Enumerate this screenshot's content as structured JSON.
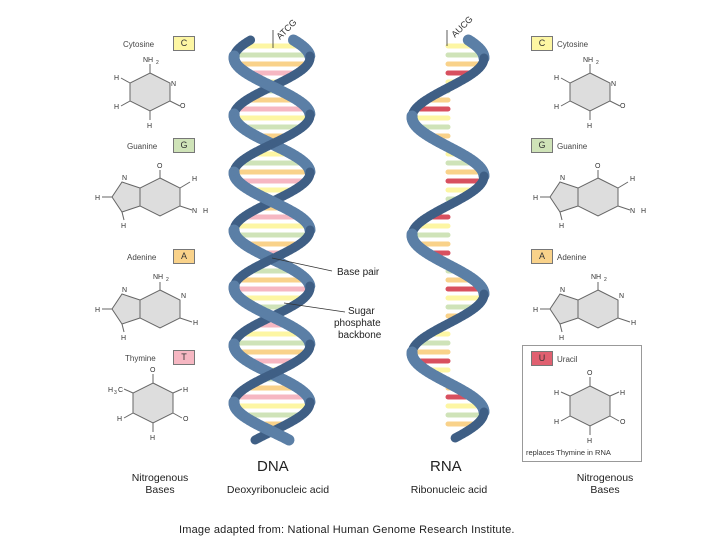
{
  "left_bases": [
    {
      "name": "Cytosine",
      "letter": "C",
      "color": "#fdf6a3"
    },
    {
      "name": "Guanine",
      "letter": "G",
      "color": "#cfe3b8"
    },
    {
      "name": "Adenine",
      "letter": "A",
      "color": "#f9d28a"
    },
    {
      "name": "Thymine",
      "letter": "T",
      "color": "#f6b7c2"
    }
  ],
  "right_bases": [
    {
      "name": "Cytosine",
      "letter": "C",
      "color": "#fdf6a3"
    },
    {
      "name": "Guanine",
      "letter": "G",
      "color": "#cfe3b8"
    },
    {
      "name": "Adenine",
      "letter": "A",
      "color": "#f9d28a"
    },
    {
      "name": "Uracil",
      "letter": "U",
      "color": "#e06070"
    }
  ],
  "uracil_note": "replaces Thymine in RNA",
  "dna": {
    "title": "DNA",
    "subtitle": "Deoxyribonucleic acid",
    "tag": "ATCG"
  },
  "rna": {
    "title": "RNA",
    "subtitle": "Ribonucleic acid",
    "tag": "AUCG"
  },
  "callouts": {
    "base_pair": "Base pair",
    "backbone_l1": "Sugar",
    "backbone_l2": "phosphate",
    "backbone_l3": "backbone"
  },
  "footer_left": {
    "l1": "Nitrogenous",
    "l2": "Bases"
  },
  "footer_right": {
    "l1": "Nitrogenous",
    "l2": "Bases"
  },
  "credit": "Image adapted from: National Human Genome Research Institute.",
  "atoms": {
    "nh2": "NH",
    "sub2": "2",
    "h": "H",
    "n": "N",
    "c": "C",
    "o": "O",
    "ch3": "H",
    "ch3b": "C",
    "ch3sub": "3"
  },
  "colors": {
    "backbone": "#5b7fa6",
    "backbone_dark": "#3f5f85",
    "rung_yellow": "#fdf6a3",
    "rung_green": "#cfe3b8",
    "rung_orange": "#f9d28a",
    "rung_pink": "#f6b7c2",
    "rung_red": "#d8505f"
  }
}
